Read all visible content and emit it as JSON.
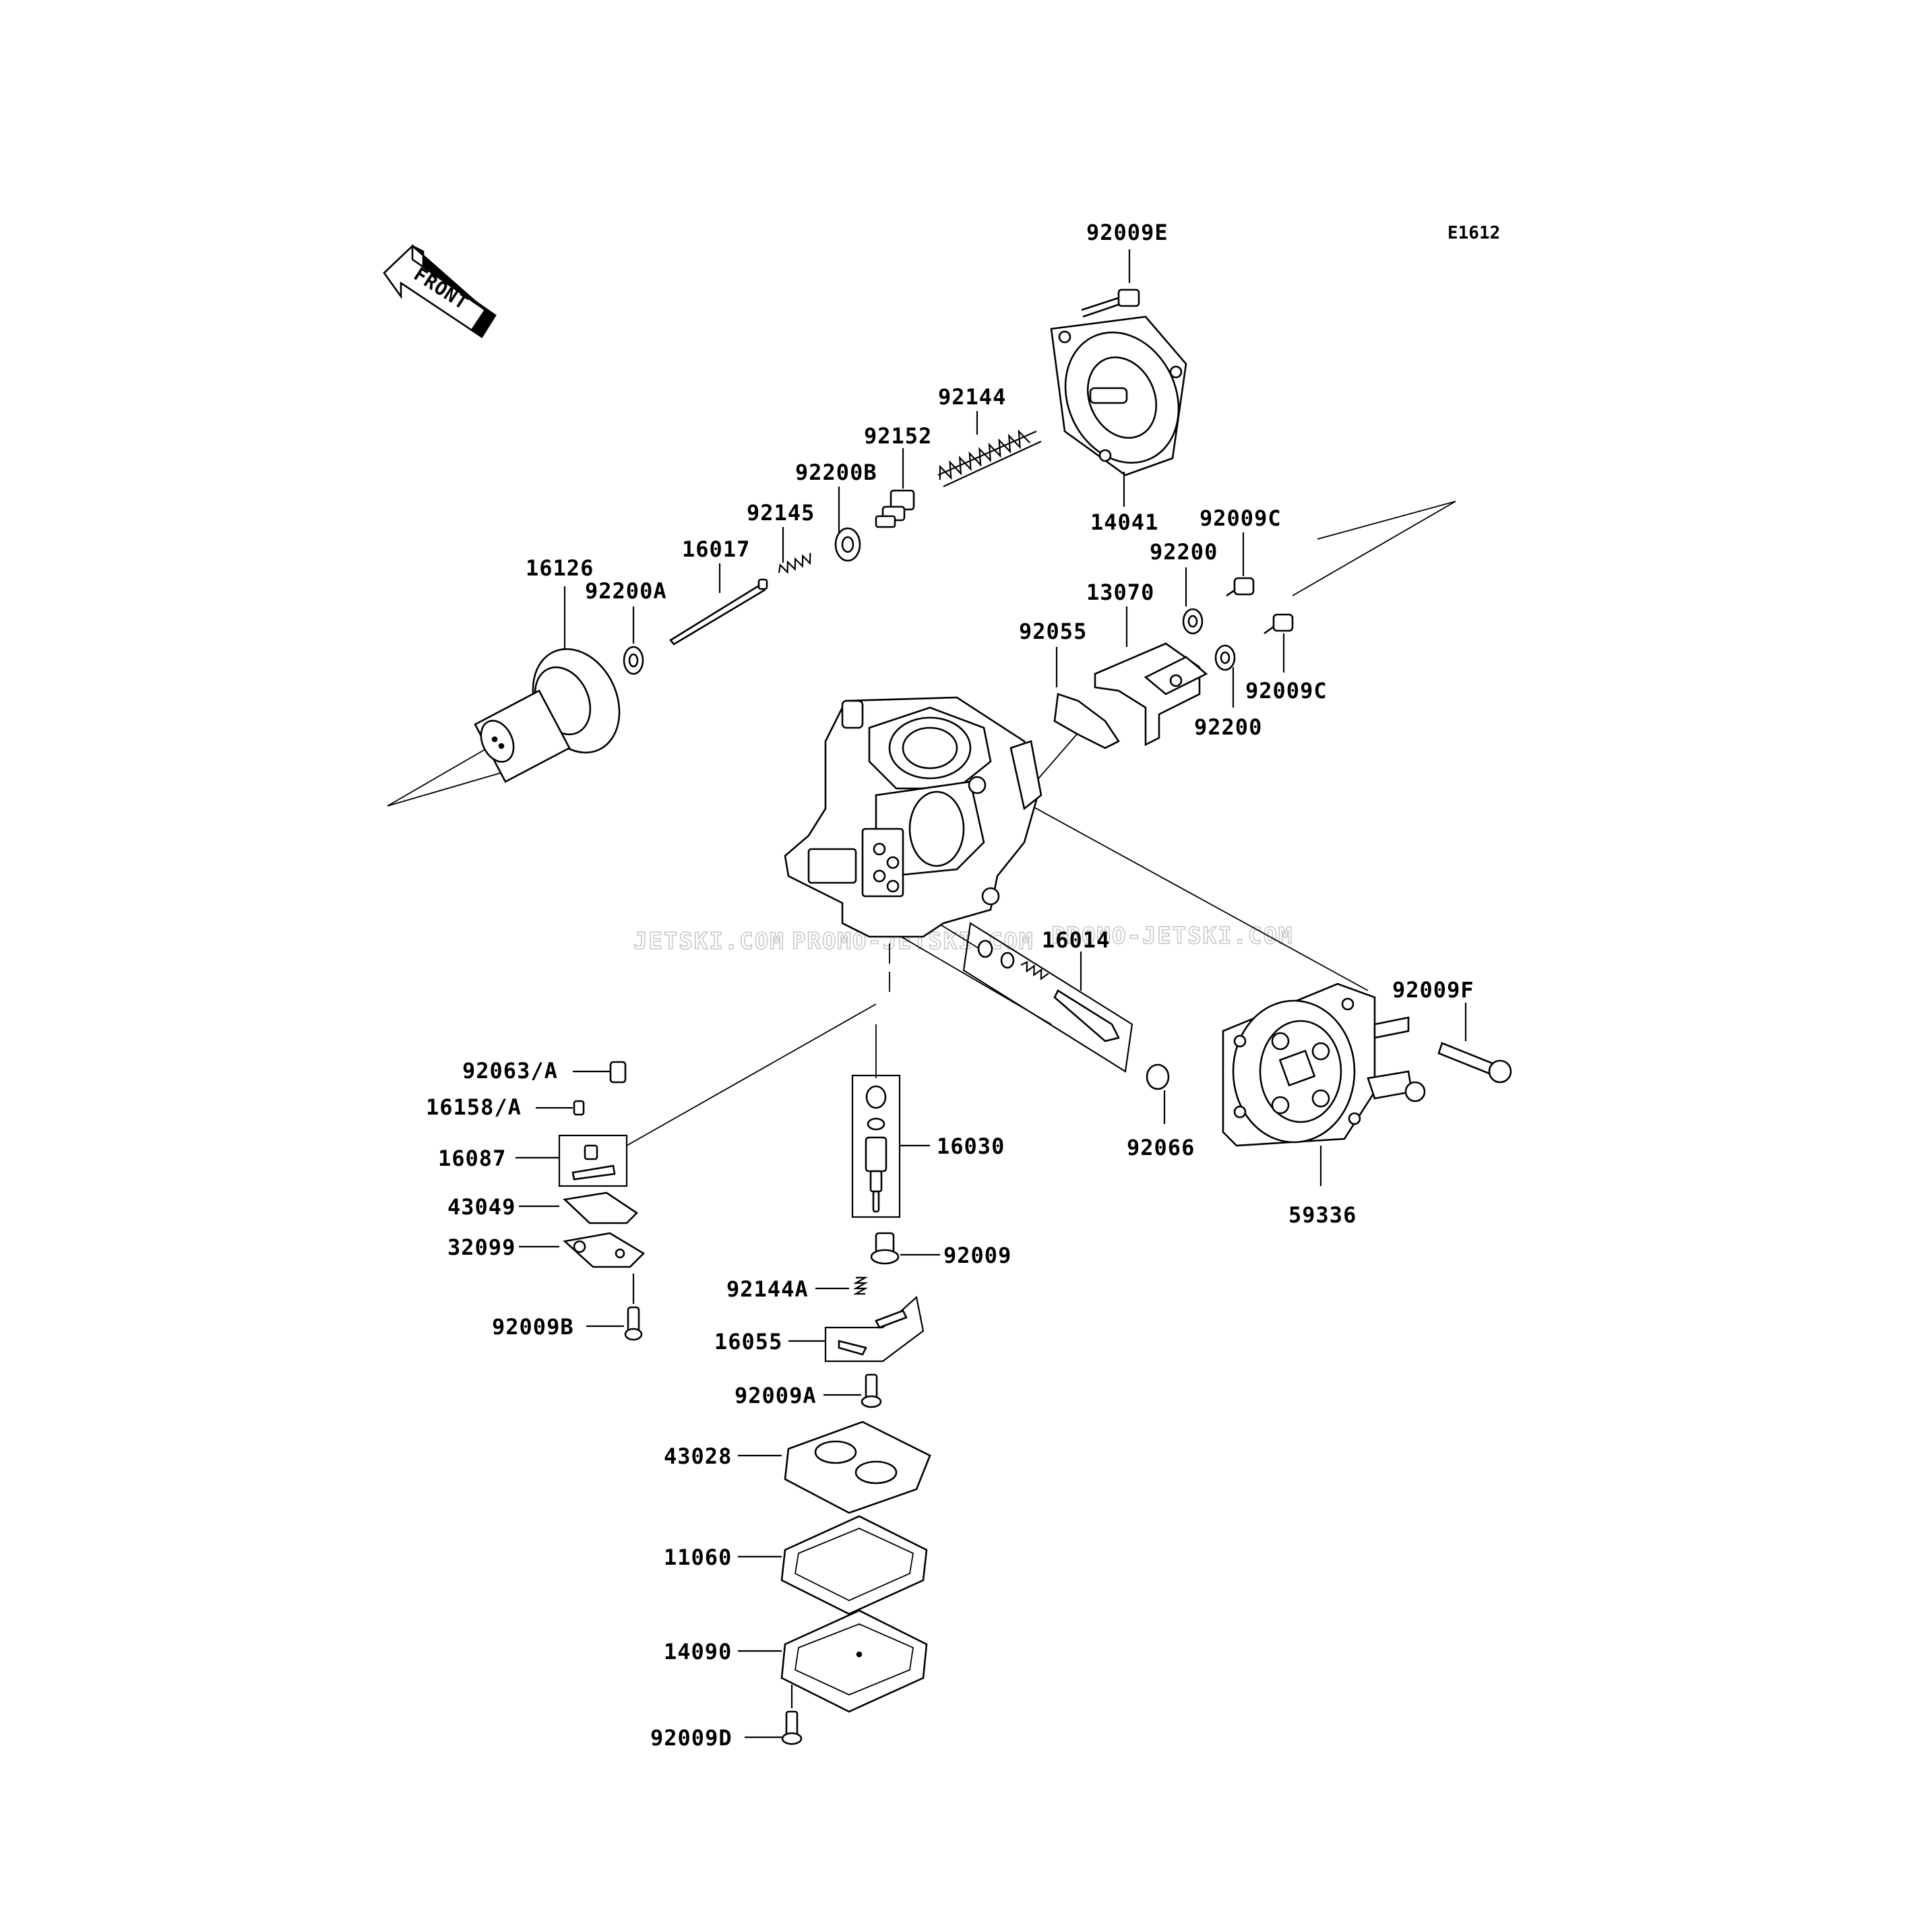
{
  "diagram": {
    "code": "E1612",
    "front_label": "FRONT",
    "watermark": [
      "JETSKI.COM",
      "PROMO-JETSKI.COM",
      "PROMO-JETSKI.COM"
    ],
    "parts": {
      "p92009E": "92009E",
      "p92144": "92144",
      "p92152": "92152",
      "p92200B": "92200B",
      "p92145": "92145",
      "p14041": "14041",
      "p92009C_top": "92009C",
      "p92200_top": "92200",
      "p16126": "16126",
      "p16017": "16017",
      "p92200A": "92200A",
      "p13070": "13070",
      "p92055": "92055",
      "p92009C_bottom": "92009C",
      "p92200_bottom": "92200",
      "p16014": "16014",
      "p92009F": "92009F",
      "p92063A": "92063/A",
      "p16158A": "16158/A",
      "p16087": "16087",
      "p16030": "16030",
      "p92066": "92066",
      "p59336": "59336",
      "p43049": "43049",
      "p32099": "32099",
      "p92009": "92009",
      "p92009B": "92009B",
      "p92144A": "92144A",
      "p16055": "16055",
      "p92009A": "92009A",
      "p43028": "43028",
      "p11060": "11060",
      "p14090": "14090",
      "p92009D": "92009D"
    }
  }
}
